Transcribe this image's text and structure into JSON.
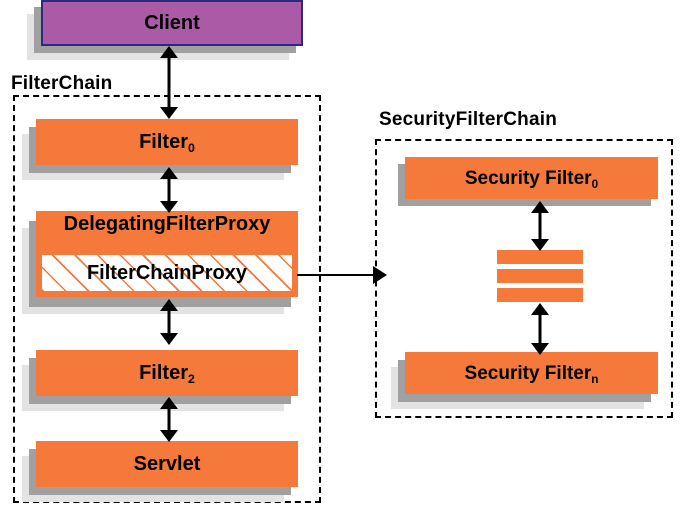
{
  "diagram": {
    "title": "Spring Security FilterChain / SecurityFilterChain delegation diagram",
    "colors": {
      "node_fill": "#F4793B",
      "client_fill": "#AB5BA6",
      "client_border": "#2A2A82",
      "shadow_dark": "#A0A0A0",
      "shadow_light": "#E3E3E3",
      "group_border": "#000000",
      "hatch_line": "#F4793B",
      "hatch_bg": "#FFFFFF",
      "arrow": "#000000",
      "background": "#FFFFFF"
    }
  },
  "groups": {
    "filter_chain": {
      "label": "FilterChain"
    },
    "security_filter_chain": {
      "label": "SecurityFilterChain"
    }
  },
  "nodes": {
    "client": {
      "label": "Client"
    },
    "filter0": {
      "label": "Filter",
      "sub": "0"
    },
    "delegating_filter_proxy": {
      "label": "DelegatingFilterProxy"
    },
    "filter_chain_proxy": {
      "label": "FilterChainProxy"
    },
    "filter2": {
      "label": "Filter",
      "sub": "2"
    },
    "servlet": {
      "label": "Servlet"
    },
    "security_filter0": {
      "label": "Security Filter",
      "sub": "0"
    },
    "security_filter_n": {
      "label": "Security Filter",
      "sub": "n"
    }
  },
  "ellipsis": {
    "label": "more security filters",
    "count": 3
  },
  "connections": {
    "client_to_filter0": "bidirectional",
    "filter0_to_delegating": "bidirectional",
    "delegating_to_filter2": "bidirectional",
    "filter2_to_servlet": "bidirectional",
    "proxy_to_security_chain": "right",
    "securityfilter0_to_ellipsis": "bidirectional",
    "ellipsis_to_securityfiltern": "bidirectional"
  }
}
